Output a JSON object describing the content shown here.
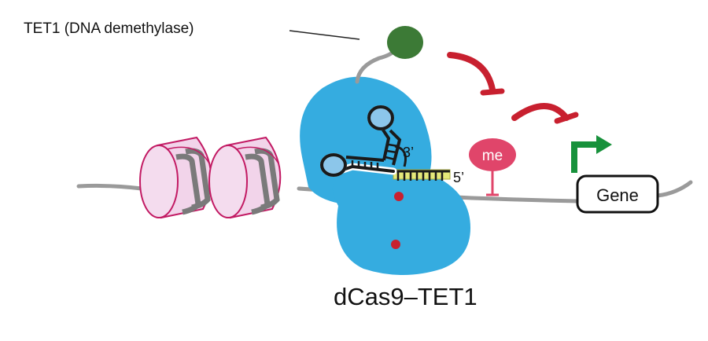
{
  "labels": {
    "tet1": "TET1 (DNA demethylase)",
    "caption": "dCas9–TET1",
    "gene": "Gene",
    "methyl": "me",
    "three_prime": "3’",
    "five_prime": "5’"
  },
  "icons": {
    "activation_arrow": "bent-arrow-icon",
    "inhibition": "blunt-arrow-icon"
  },
  "colors": {
    "cas9": "#35ace0",
    "tet1": "#3c7a36",
    "inhibition": "#c8202f",
    "activation": "#17913b",
    "methyl": "#e0456a",
    "nucleosome": "#f2d4ea",
    "nucleosome_edge": "#c21a63",
    "dna": "#9a9a9a",
    "guide_rna": "#1a1a1a",
    "target_dna": "#e4e87a"
  }
}
